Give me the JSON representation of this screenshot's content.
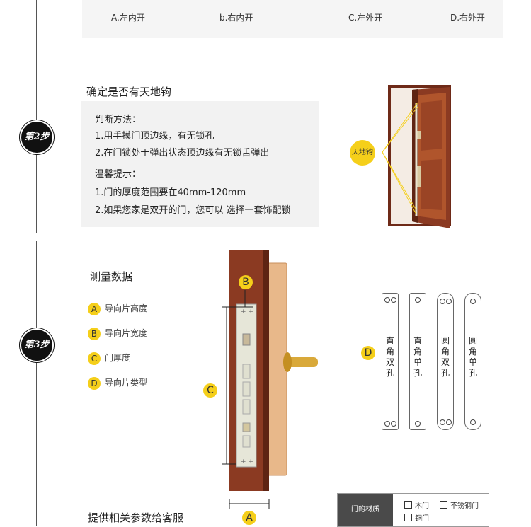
{
  "top_band": {
    "labels": [
      "A.左内开",
      "b.右内开",
      "C.左外开",
      "D.右外开"
    ]
  },
  "step2": {
    "badge": "第2步",
    "title": "确定是否有天地钩",
    "method_title": "判断方法：",
    "method_lines": [
      "1.用手摸门顶边缘，有无锁孔",
      "2.在门锁处于弹出状态顶边缘有无锁舌弹出"
    ],
    "tip_title": "温馨提示：",
    "tip_lines": [
      "1.门的厚度范围要在40mm-120mm",
      "2.如果您家是双开的门，您可以 选择一套饰配锁"
    ],
    "door_label": "天地钩"
  },
  "step3": {
    "badge": "第3步",
    "title": "测量数据",
    "legend": [
      {
        "letter": "A",
        "text": "导向片高度"
      },
      {
        "letter": "B",
        "text": "导向片宽度"
      },
      {
        "letter": "C",
        "text": "门厚度"
      },
      {
        "letter": "D",
        "text": "导向片类型"
      }
    ],
    "diagram_labels": {
      "a": "A",
      "b": "B",
      "c": "C",
      "d": "D"
    },
    "plates": [
      "直角双孔",
      "直角单孔",
      "圆角双孔",
      "圆角单孔"
    ],
    "footer_title": "提供相关参数给客服",
    "material": {
      "label": "门的材质",
      "options": [
        "木门",
        "不锈钢门",
        "铜门"
      ]
    }
  },
  "colors": {
    "accent_yellow": "#f5cf1a",
    "door_brown": "#8b3a22",
    "panel_wood": "#e8b88a"
  }
}
